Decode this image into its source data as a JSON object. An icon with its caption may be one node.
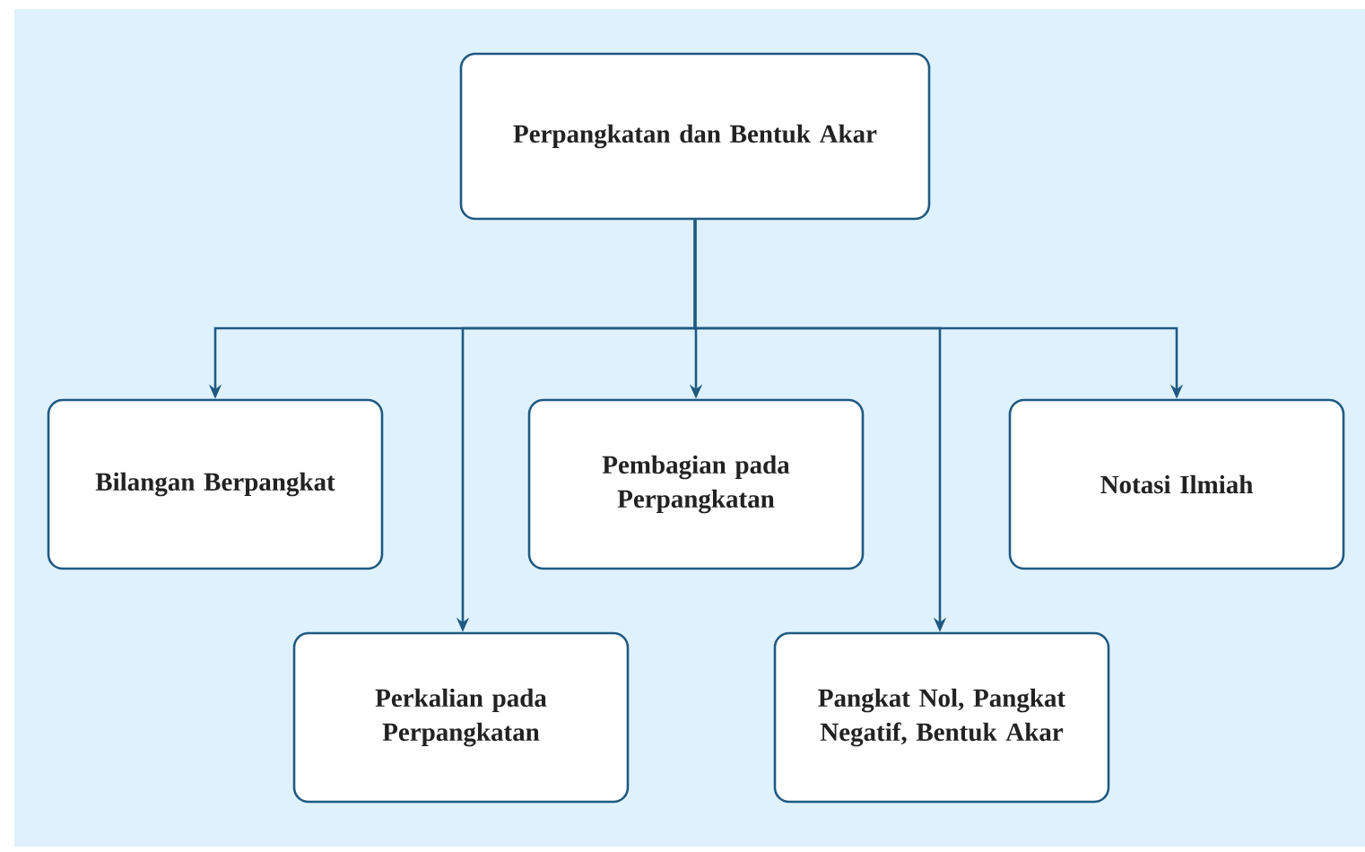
{
  "diagram": {
    "nodes": [
      {
        "text": [
          "Perpangkatan dan Bentuk Akar"
        ]
      },
      {
        "text": [
          "Bilangan Berpangkat"
        ]
      },
      {
        "text": [
          "Perkalian pada Perpangkatan"
        ]
      },
      {
        "text": [
          "Pembagian pada Perpangkatan"
        ]
      },
      {
        "text": [
          "Pangkat Nol, Pangkat Negatif, Bentuk Akar"
        ]
      },
      {
        "text": [
          "Notasi Ilmiah"
        ]
      }
    ],
    "edges": [
      {
        "from": 0,
        "to": 1,
        "arrow": "to"
      },
      {
        "from": 0,
        "to": 2,
        "arrow": "to"
      },
      {
        "from": 0,
        "to": 3,
        "arrow": "to"
      },
      {
        "from": 0,
        "to": 4,
        "arrow": "to"
      },
      {
        "from": 0,
        "to": 5,
        "arrow": "to"
      }
    ]
  }
}
